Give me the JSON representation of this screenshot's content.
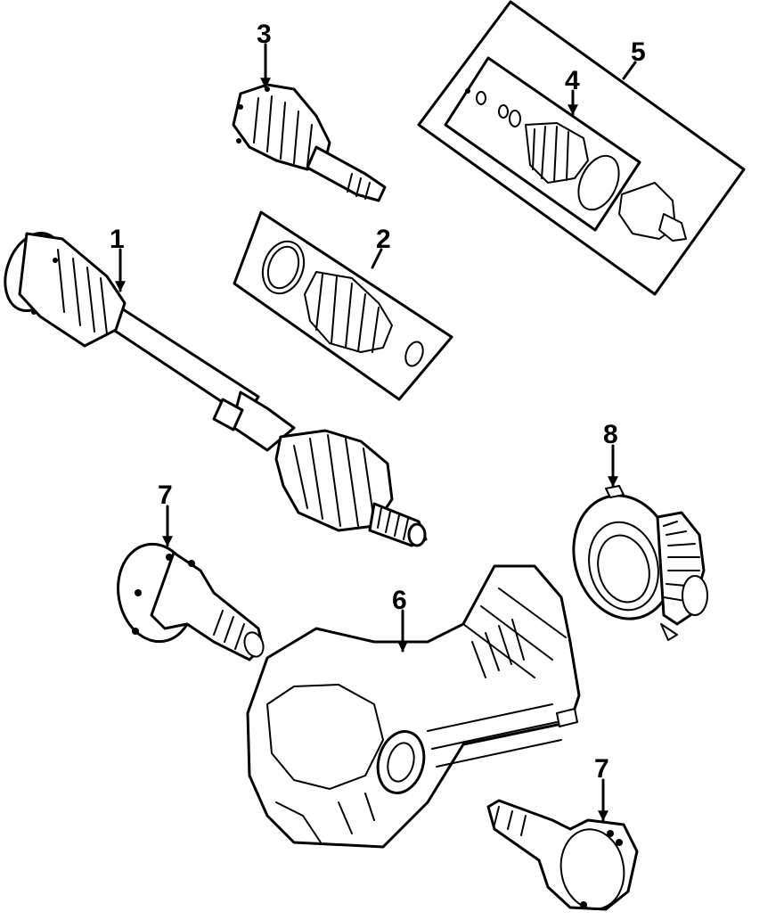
{
  "callouts": {
    "c1": "1",
    "c2": "2",
    "c3": "3",
    "c4": "4",
    "c5": "5",
    "c6": "6",
    "c7a": "7",
    "c7b": "7",
    "c8": "8"
  },
  "colors": {
    "line": "#000000",
    "background": "#ffffff"
  }
}
